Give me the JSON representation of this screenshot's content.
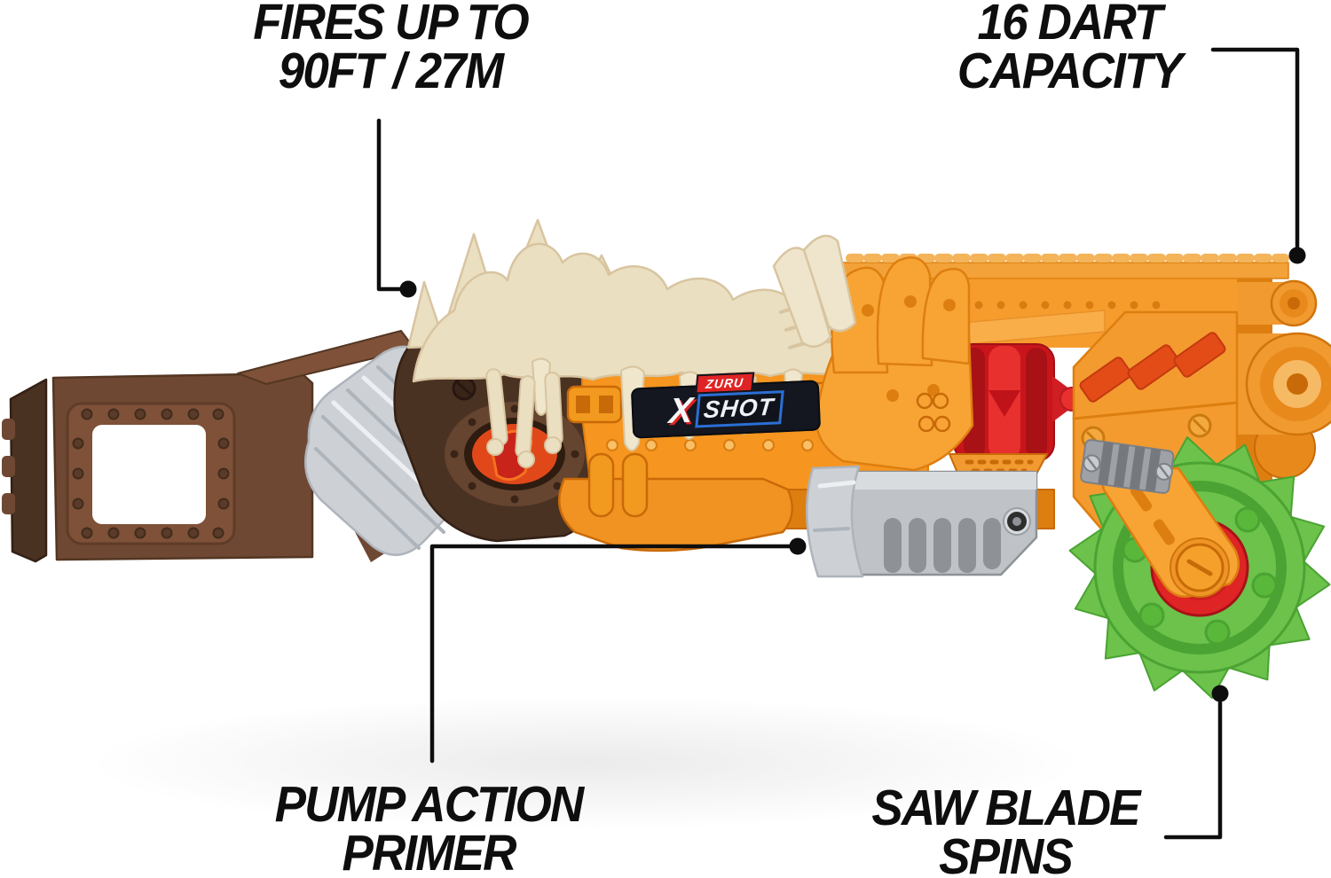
{
  "product": {
    "name": "X SHOT"
  },
  "brand": {
    "zuru": "ZURU",
    "x": "X",
    "shot": "SHOT"
  },
  "callouts": {
    "range": {
      "lines": [
        "FIRES UP TO",
        "90FT / 27M"
      ]
    },
    "capacity": {
      "lines": [
        "16 DART",
        "CAPACITY"
      ]
    },
    "pump": {
      "lines": [
        "PUMP ACTION",
        "PRIMER"
      ]
    },
    "saw": {
      "lines": [
        "SAW BLADE",
        "SPINS"
      ]
    }
  },
  "colors": {
    "ink": "#0E0E0E",
    "bg": "#FFFFFF",
    "orange": "#F6951F",
    "orangeLight": "#F9AE4A",
    "orangeDark": "#DD7E10",
    "orangeDeep": "#C96A08",
    "red": "#DF2425",
    "redBright": "#E8302E",
    "redDark": "#A81116",
    "green": "#6CC24A",
    "greenDark": "#4AA332",
    "bone": "#EBDFC2",
    "boneShade": "#D8C5A0",
    "brown": "#6F4833",
    "brownLight": "#7E5138",
    "brownDark": "#4A3223",
    "grey": "#BFC3C7",
    "greyDark": "#8E9296",
    "silver": "#D9DCDF",
    "navy": "#14171F",
    "logoBlue": "#2B6FD4"
  }
}
